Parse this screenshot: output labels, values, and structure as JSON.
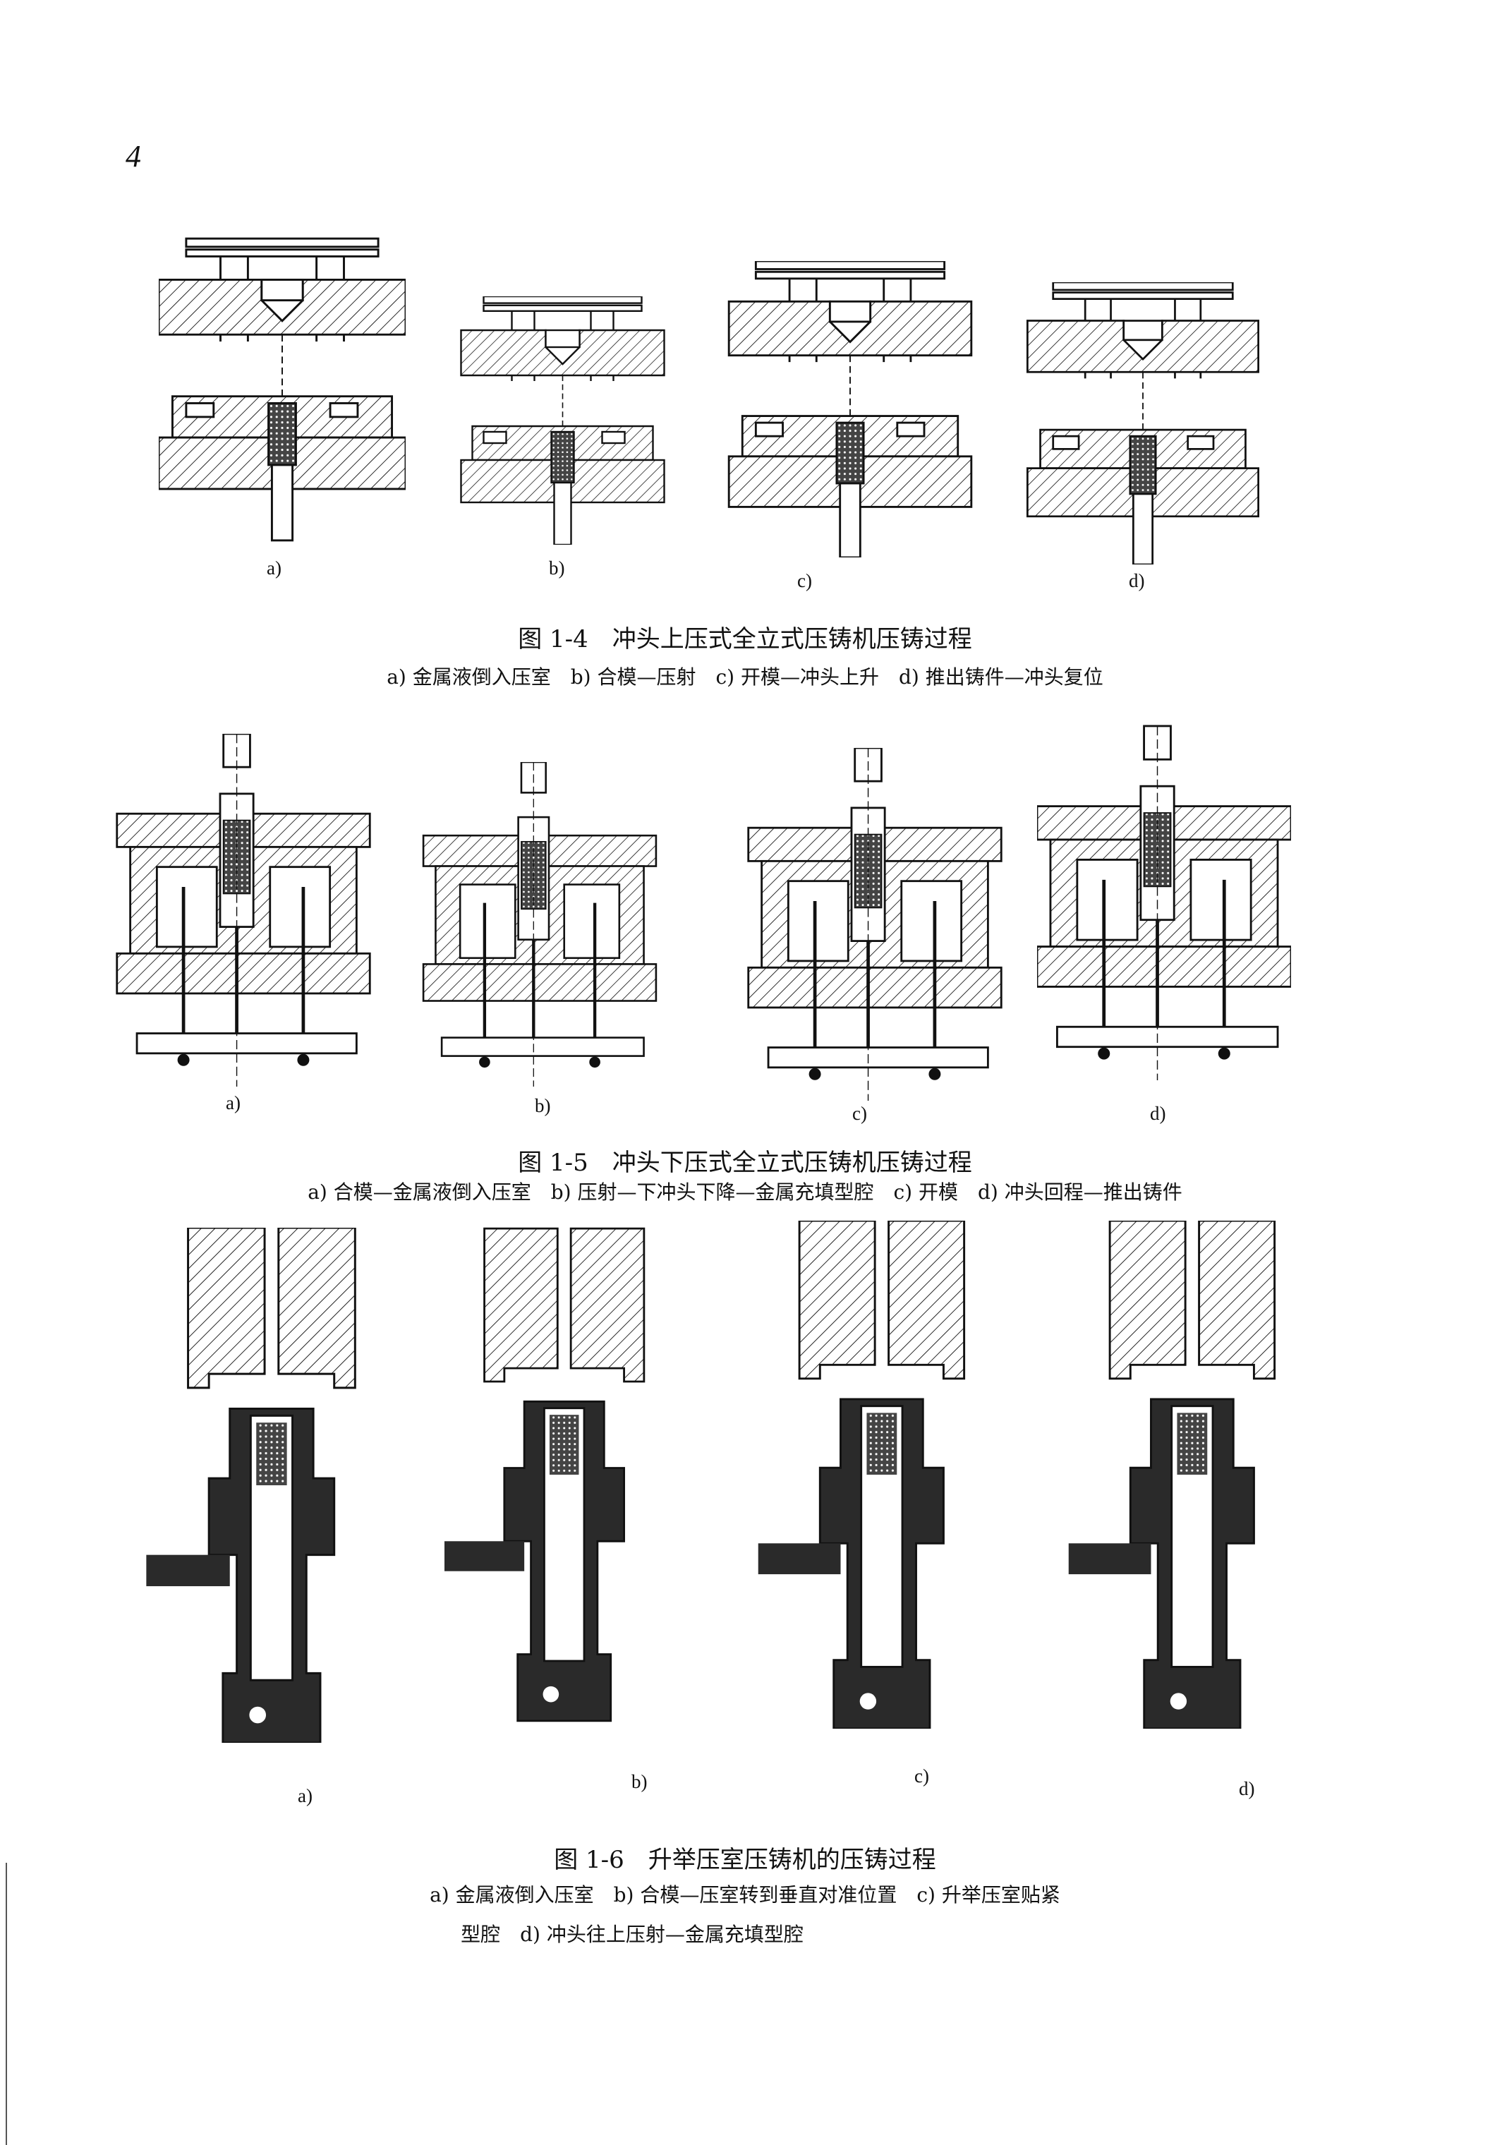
{
  "page_number": "4",
  "figures": [
    {
      "caption": "图 1-4　冲头上压式全立式压铸机压铸过程",
      "subcaption": "a) 金属液倒入压室　b) 合模—压射　c) 开模—冲头上升　d) 推出铸件—冲头复位",
      "panel_labels": [
        "a)",
        "b)",
        "c)",
        "d)"
      ]
    },
    {
      "caption": "图 1-5　冲头下压式全立式压铸机压铸过程",
      "subcaption": "a) 合模—金属液倒入压室　b) 压射—下冲头下降—金属充填型腔　c) 开模　d) 冲头回程—推出铸件",
      "panel_labels": [
        "a)",
        "b)",
        "c)",
        "d)"
      ]
    },
    {
      "caption": "图 1-6　升举压室压铸机的压铸过程",
      "subcaption_line1": "a) 金属液倒入压室　b) 合模—压室转到垂直对准位置　c) 升举压室贴紧",
      "subcaption_line2": "型腔　d) 冲头往上压射—金属充填型腔",
      "panel_labels": [
        "a)",
        "b)",
        "c)",
        "d)"
      ]
    }
  ]
}
